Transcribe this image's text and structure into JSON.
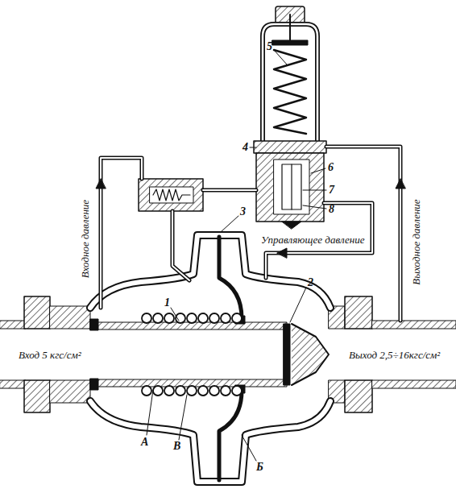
{
  "diagram": {
    "labels": [
      "5",
      "4",
      "6",
      "7",
      "8",
      "3",
      "Управляющее давление",
      "Входное давление",
      "Выходное давление",
      "1",
      "2",
      "Вход 5 кгс/см²",
      "Выход 2,5÷16кгс/см²",
      "А",
      "В",
      "Б"
    ]
  }
}
